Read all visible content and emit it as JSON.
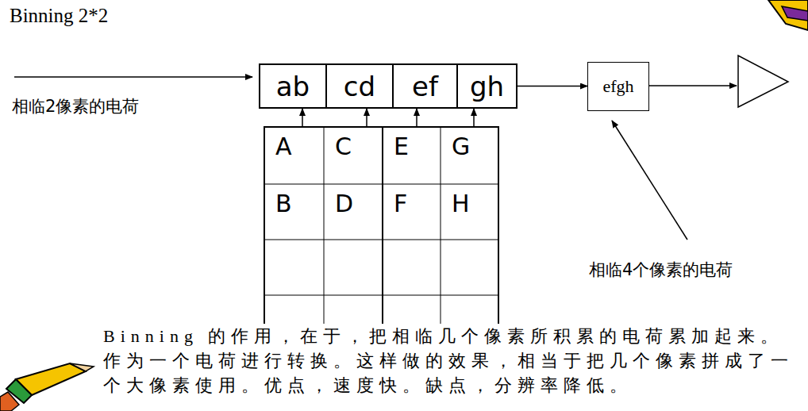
{
  "diagram": {
    "title": "Binning 2*2",
    "nodes": [
      {
        "text": [
          "ab"
        ]
      },
      {
        "text": [
          "cd"
        ]
      },
      {
        "text": [
          "ef"
        ]
      },
      {
        "text": [
          "gh"
        ]
      },
      {
        "text": [
          "efgh"
        ]
      },
      {
        "text": [
          "A"
        ]
      },
      {
        "text": [
          "C"
        ]
      },
      {
        "text": [
          "E"
        ]
      },
      {
        "text": [
          "G"
        ]
      },
      {
        "text": [
          "B"
        ]
      },
      {
        "text": [
          "D"
        ]
      },
      {
        "text": [
          "F"
        ]
      },
      {
        "text": [
          "H"
        ]
      }
    ],
    "edges": [
      {
        "from": 5,
        "to": 0,
        "arrow": "to"
      },
      {
        "from": 6,
        "to": 1,
        "arrow": "to"
      },
      {
        "from": 7,
        "to": 2,
        "arrow": "to"
      },
      {
        "from": 8,
        "to": 3,
        "arrow": "to"
      },
      {
        "from": 3,
        "to": 4,
        "arrow": "to"
      }
    ],
    "labels": [
      "相临2像素的电荷",
      "相临4个像素的电荷",
      "Binning 的作用，在于，把相临几个像素所积累的电荷累加起来。作为一个电荷进行转换。这样做的效果，相当于把几个像素拼成了一个大像素使用。优点，速度快。缺点，分辨率降低。"
    ]
  }
}
